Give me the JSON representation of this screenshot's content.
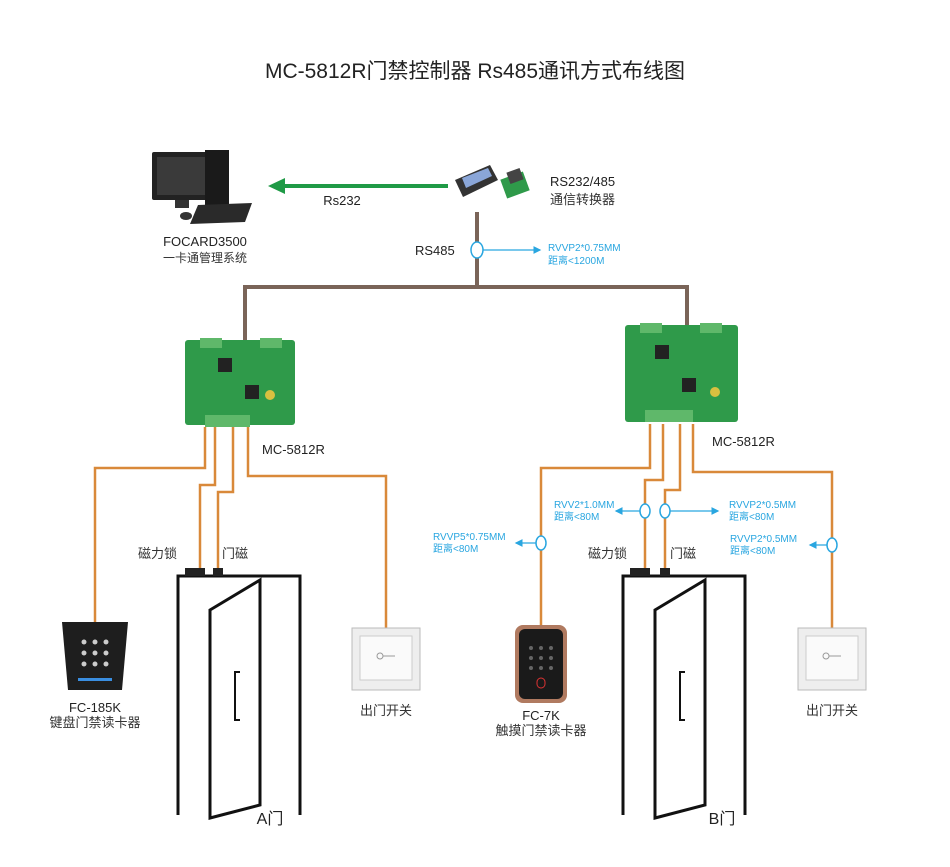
{
  "title": "MC-5812R门禁控制器 Rs485通讯方式布线图",
  "pc": {
    "line1": "FOCARD3500",
    "line2": "一卡通管理系统"
  },
  "rs232_label": "Rs232",
  "converter": {
    "line1": "RS232/485",
    "line2": "通信转换器"
  },
  "rs485": {
    "label": "RS485",
    "cable": "RVVP2*0.75MM",
    "distance": "距离<1200M"
  },
  "controllers": [
    {
      "label": "MC-5812R"
    },
    {
      "label": "MC-5812R"
    }
  ],
  "door_a": {
    "label": "A门",
    "lock": "磁力锁",
    "sensor": "门磁",
    "reader": {
      "model": "FC-185K",
      "name": "键盘门禁读卡器"
    },
    "exit_button": "出门开关"
  },
  "door_b": {
    "label": "B门",
    "lock": "磁力锁",
    "sensor": "门磁",
    "reader": {
      "model": "FC-7K",
      "name": "触摸门禁读卡器"
    },
    "exit_button": "出门开关",
    "cables": {
      "reader": {
        "spec": "RVVP5*0.75MM",
        "distance": "距离<80M"
      },
      "lock": {
        "spec": "RVV2*1.0MM",
        "distance": "距离<80M"
      },
      "sensor": {
        "spec": "RVVP2*0.5MM",
        "distance": "距离<80M"
      },
      "exit": {
        "spec": "RVVP2*0.5MM",
        "distance": "距离<80M"
      }
    }
  },
  "colors": {
    "rs232_line": "#1f9a46",
    "bus_line": "#7a6458",
    "door_wire": "#d9893a",
    "annotation": "#29a6e0",
    "board": "#2f9a4a"
  }
}
